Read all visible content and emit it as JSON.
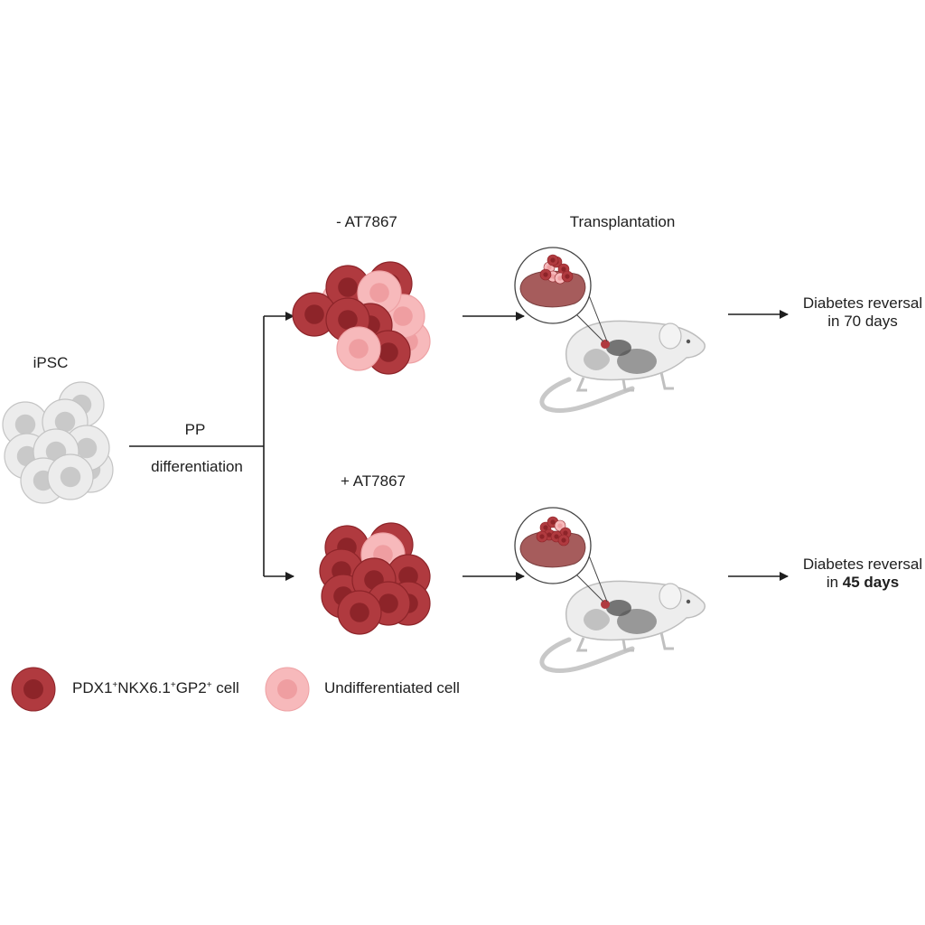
{
  "labels": {
    "ipsc": "iPSC",
    "pp": "PP",
    "differentiation": "differentiation",
    "minus_condition": "- AT7867",
    "plus_condition": "+ AT7867",
    "transplantation": "Transplantation"
  },
  "outcomes": {
    "top": {
      "line1": "Diabetes reversal",
      "line2": "in 70 days"
    },
    "bottom": {
      "line1": "Diabetes reversal",
      "line2_prefix": "in ",
      "line2_bold": "45 days"
    }
  },
  "legend": {
    "pp_cell": {
      "base": "PDX1",
      "sup1": "+",
      "mid1": "NKX6.1",
      "sup2": "+",
      "mid2": "GP2",
      "sup3": "+",
      "suffix": " cell"
    },
    "undiff_cell": "Undifferentiated cell"
  },
  "colors": {
    "pp_cell": "#b03a3f",
    "pp_nucleus": "#8d2429",
    "undiff_cell": "#f7b9bb",
    "undiff_nucleus": "#ef9ea1",
    "ipsc_cell": "#ececec",
    "ipsc_nucleus": "#c9c9c9",
    "liver": "#a65c5c",
    "mouse_body": "#ededed",
    "arrow": "#1e1e1e"
  },
  "icons": [
    "ipsc-cluster-icon",
    "pp-cluster-icon",
    "liver-icon",
    "mouse-icon",
    "arrow-icon"
  ]
}
